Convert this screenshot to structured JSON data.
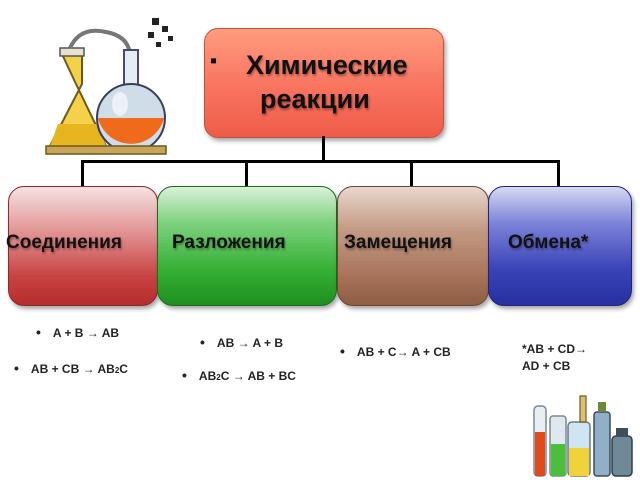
{
  "root": {
    "bullet": "▪",
    "title_line1": "Химические",
    "title_line2": "реакции"
  },
  "categories": [
    {
      "label": "Соединения",
      "color": "#c94444"
    },
    {
      "label": "Разложения",
      "color": "#35b035"
    },
    {
      "label": "Замещения",
      "color": "#a8735a"
    },
    {
      "label": "Обмена*",
      "color": "#3a43b8"
    }
  ],
  "formulas": {
    "compound_1": "A + B → AB",
    "compound_2_pre": "AB + CB → AB",
    "compound_2_sub": "2",
    "compound_2_post": "C",
    "decomp_1": "AB → A + B",
    "decomp_2_pre": "AB",
    "decomp_2_sub": "2",
    "decomp_2_post": "C → AB + BC",
    "subst_1": "AB + C→  A + CB",
    "exchange_line1": "*AB + CD→",
    "exchange_line2": "AD + CB"
  },
  "bullet_symbol": "•",
  "icons": [
    "chemical-flasks-icon",
    "lab-bottles-icon"
  ]
}
